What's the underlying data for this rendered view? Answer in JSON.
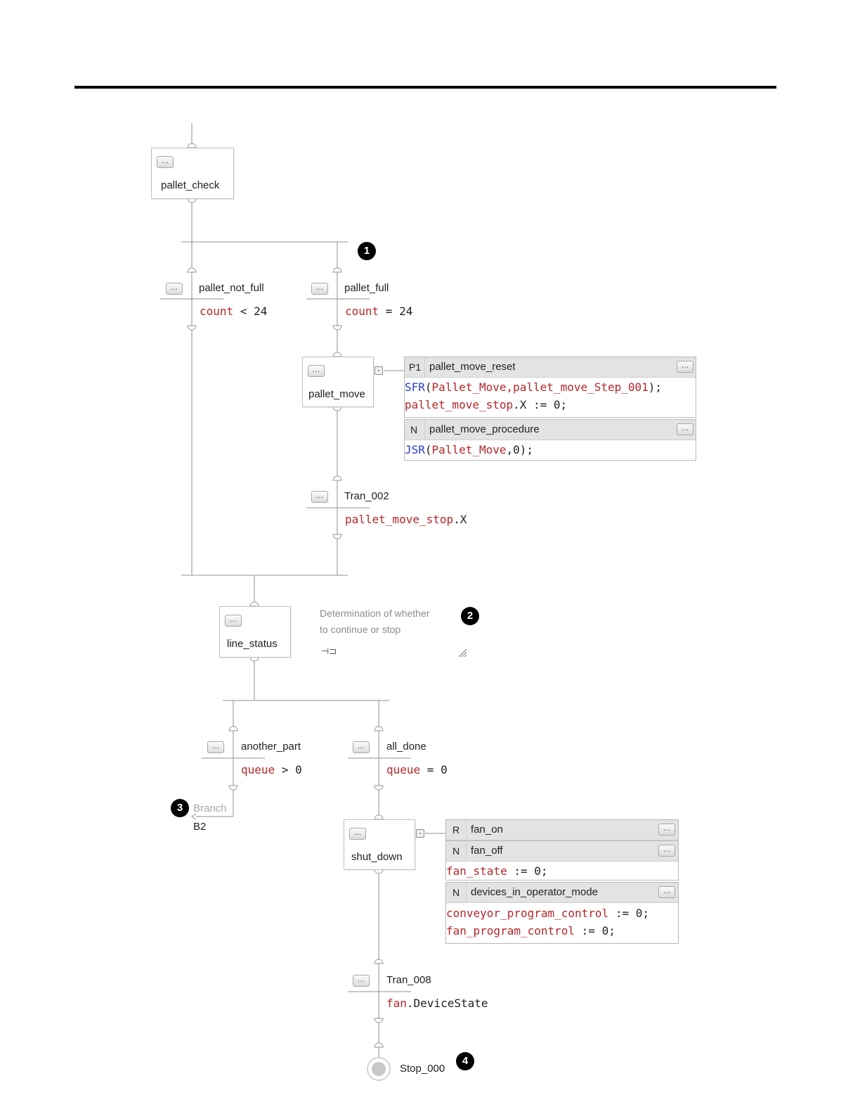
{
  "steps": {
    "pallet_check": "pallet_check",
    "pallet_move": "pallet_move",
    "line_status": "line_status",
    "shut_down": "shut_down"
  },
  "transitions": {
    "pallet_not_full": {
      "name": "pallet_not_full",
      "expr_var": "count",
      "expr_rest": " < 24"
    },
    "pallet_full": {
      "name": "pallet_full",
      "expr_var": "count",
      "expr_rest": " = 24"
    },
    "tran_002": {
      "name": "Tran_002",
      "expr_var": "pallet_move_stop",
      "expr_rest": ".X"
    },
    "another_part": {
      "name": "another_part",
      "expr_var": "queue",
      "expr_rest": " > 0"
    },
    "all_done": {
      "name": "all_done",
      "expr_var": "queue",
      "expr_rest": " = 0"
    },
    "tran_008": {
      "name": "Tran_008",
      "expr_var": "fan",
      "expr_rest": ".DeviceState"
    }
  },
  "pallet_move_actions": {
    "reset": {
      "qualifier": "P1",
      "name": "pallet_move_reset",
      "line1_fn": "SFR",
      "line1_p1": "(",
      "line1_args": "Pallet_Move,pallet_move_Step_001",
      "line1_p2": ");",
      "line2_var": "pallet_move_stop",
      "line2_rest": ".X := 0;"
    },
    "procedure": {
      "qualifier": "N",
      "name": "pallet_move_procedure",
      "line1_fn": "JSR",
      "line1_p1": "(",
      "line1_args": "Pallet_Move",
      "line1_p2": ",0);"
    }
  },
  "shut_down_actions": {
    "fan_on": {
      "qualifier": "R",
      "name": "fan_on"
    },
    "fan_off": {
      "qualifier": "N",
      "name": "fan_off",
      "line1_var": "fan_state",
      "line1_rest": " := 0;"
    },
    "devices": {
      "qualifier": "N",
      "name": "devices_in_operator_mode",
      "line1_var": "conveyor_program_control",
      "line1_rest": " := 0;",
      "line2_var": "fan_program_control",
      "line2_rest": " := 0;"
    }
  },
  "comment": {
    "line1": "Determination of whether",
    "line2": "to continue or stop"
  },
  "branch": {
    "label": "Branch",
    "target": "B2"
  },
  "stop": {
    "name": "Stop_000"
  },
  "badges": [
    "1",
    "2",
    "3",
    "4"
  ],
  "button_glyph": "...",
  "collapse_glyph": "-",
  "pin_glyph": "⊣⊐",
  "colors": {
    "variable": "#b5262a",
    "function": "#2d3fd0",
    "wire": "#a8a8a8"
  }
}
